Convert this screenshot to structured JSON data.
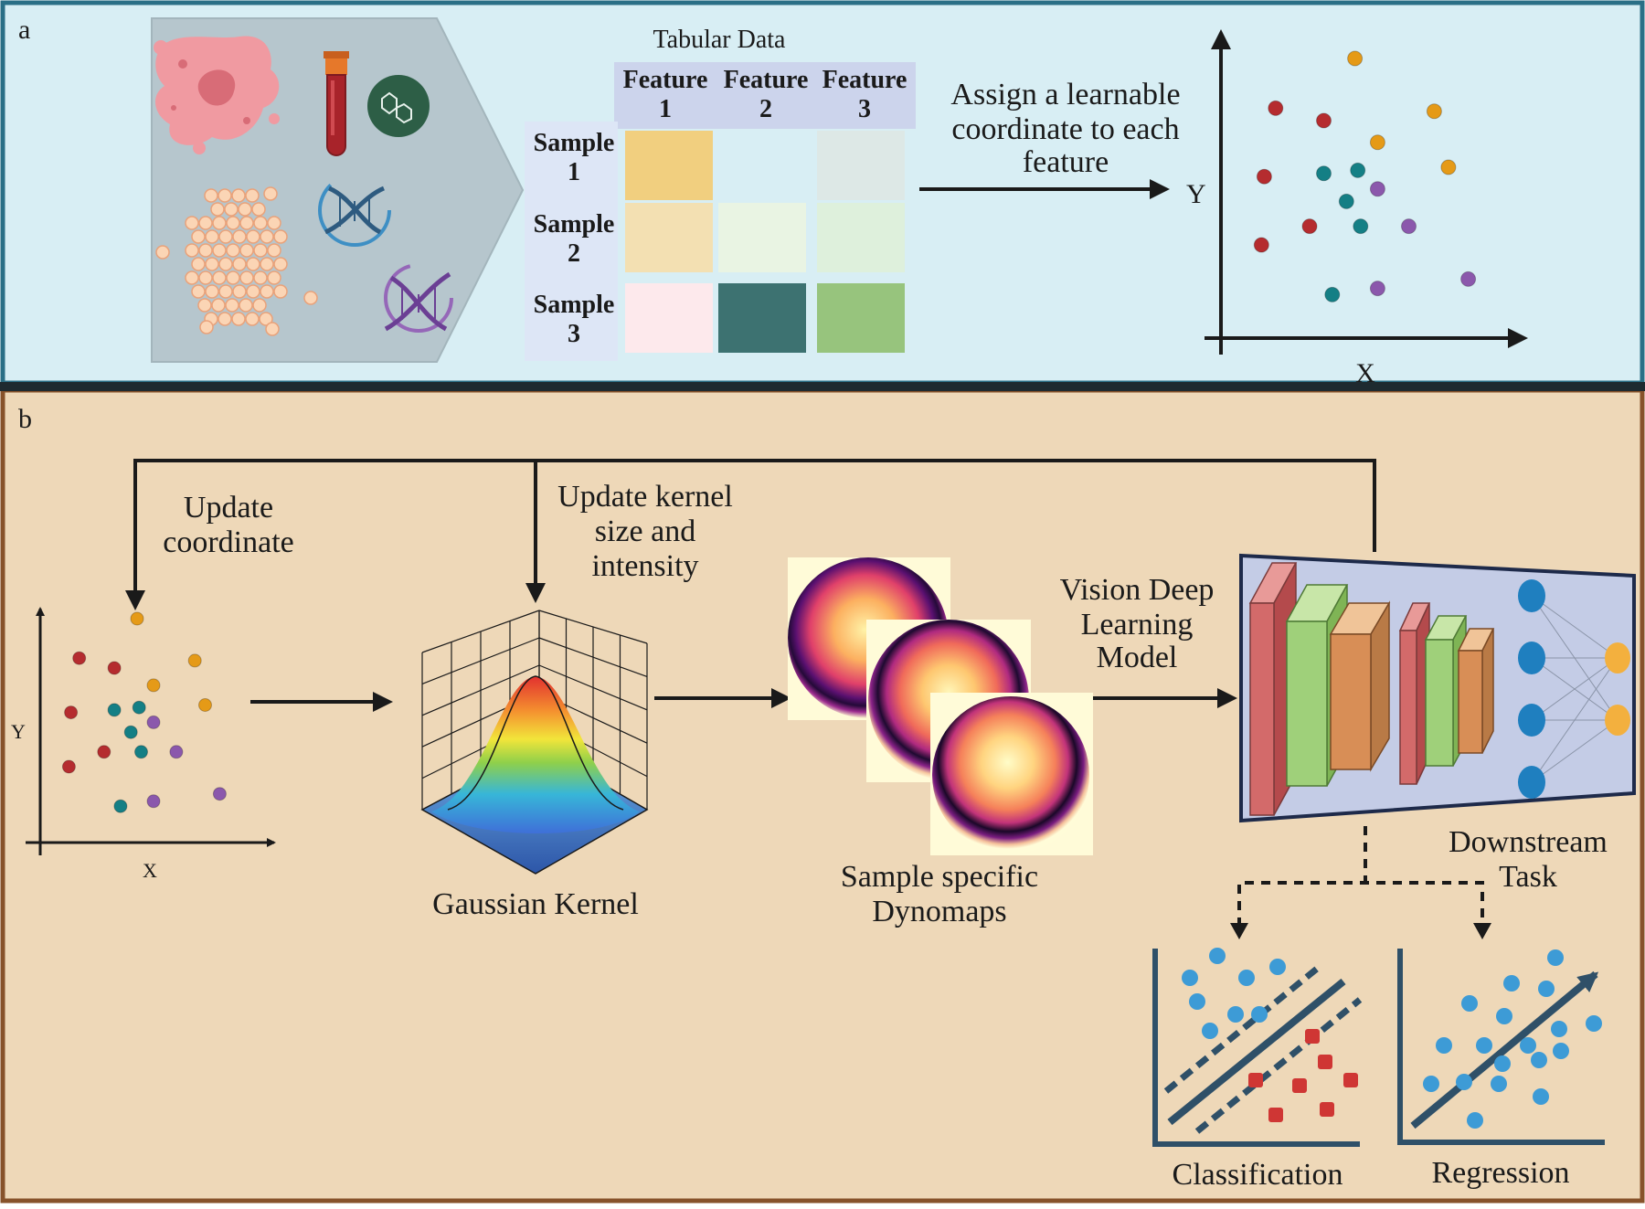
{
  "panel_a": {
    "label": "a",
    "table": {
      "title": "Tabular Data",
      "feature_headers": [
        {
          "line1": "Feature",
          "line2": "1"
        },
        {
          "line1": "Feature",
          "line2": "2"
        },
        {
          "line1": "Feature",
          "line2": "3"
        }
      ],
      "sample_headers": [
        {
          "line1": "Sample",
          "line2": "1"
        },
        {
          "line1": "Sample",
          "line2": "2"
        },
        {
          "line1": "Sample",
          "line2": "3"
        }
      ],
      "cell_colors": [
        [
          "#f1cf7f",
          "#d8eef4",
          "#dde8e6"
        ],
        [
          "#f3e0b2",
          "#e9f4e3",
          "#def0dc"
        ],
        [
          "#fde9ec",
          "#3d7271",
          "#97c47d"
        ]
      ]
    },
    "assign_text": [
      "Assign a learnable",
      "coordinate to each",
      "feature"
    ],
    "scatter": {
      "x_label": "X",
      "y_label": "Y",
      "points": [
        {
          "x": 0.18,
          "y": 0.74,
          "c": "red"
        },
        {
          "x": 0.35,
          "y": 0.7,
          "c": "red"
        },
        {
          "x": 0.14,
          "y": 0.52,
          "c": "red"
        },
        {
          "x": 0.3,
          "y": 0.36,
          "c": "red"
        },
        {
          "x": 0.13,
          "y": 0.3,
          "c": "red"
        },
        {
          "x": 0.46,
          "y": 0.9,
          "c": "orange"
        },
        {
          "x": 0.74,
          "y": 0.73,
          "c": "orange"
        },
        {
          "x": 0.54,
          "y": 0.63,
          "c": "orange"
        },
        {
          "x": 0.79,
          "y": 0.55,
          "c": "orange"
        },
        {
          "x": 0.35,
          "y": 0.53,
          "c": "teal"
        },
        {
          "x": 0.47,
          "y": 0.54,
          "c": "teal"
        },
        {
          "x": 0.43,
          "y": 0.44,
          "c": "teal"
        },
        {
          "x": 0.48,
          "y": 0.36,
          "c": "teal"
        },
        {
          "x": 0.38,
          "y": 0.14,
          "c": "teal"
        },
        {
          "x": 0.54,
          "y": 0.48,
          "c": "purple"
        },
        {
          "x": 0.65,
          "y": 0.36,
          "c": "purple"
        },
        {
          "x": 0.54,
          "y": 0.16,
          "c": "purple"
        },
        {
          "x": 0.86,
          "y": 0.19,
          "c": "purple"
        }
      ]
    }
  },
  "panel_b": {
    "label": "b",
    "update_coordinate": [
      "Update",
      "coordinate"
    ],
    "update_kernel": [
      "Update kernel",
      "size and",
      "intensity"
    ],
    "scatter": {
      "x_label": "X",
      "y_label": "Y"
    },
    "gaussian_label": "Gaussian Kernel",
    "dynomaps_label": [
      "Sample specific",
      "Dynomaps"
    ],
    "vision_label": [
      "Vision Deep",
      "Learning",
      "Model"
    ],
    "downstream_label": [
      "Downstream",
      "Task"
    ],
    "classification_label": "Classification",
    "regression_label": "Regression"
  },
  "colors": {
    "panel_a_bg": "#d8eef4",
    "panel_b_bg": "#eed8b8",
    "point_red": "#b52c2f",
    "point_orange": "#e59a17",
    "point_teal": "#147f85",
    "point_purple": "#8b58ac",
    "ml_blue": "#3d9bd6",
    "ml_red": "#cf3634",
    "axis_dark": "#2f5068"
  }
}
